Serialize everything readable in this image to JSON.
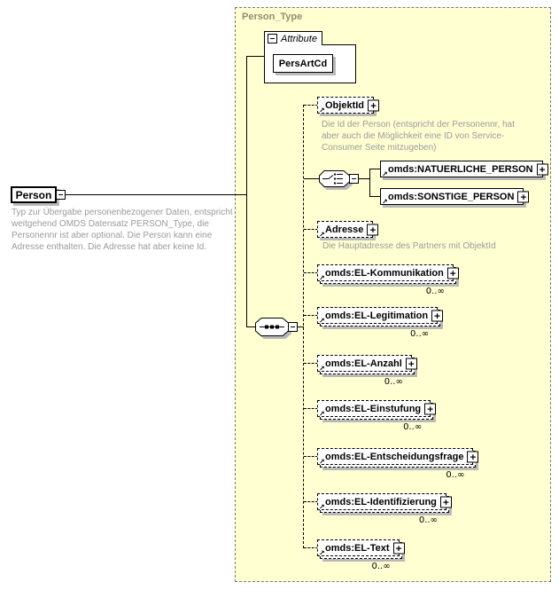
{
  "root_element": {
    "label": "Person",
    "description": "Typ zur Übergabe personenbezogener Daten, entspricht weitgehend OMDS Datensatz PERSON_Type, die Personennr ist aber optional. Die Person kann eine Adresse enthalten. Die Adresse hat aber keine Id."
  },
  "container": {
    "title": "Person_Type"
  },
  "attributes": {
    "group_label": "Attribute",
    "items": [
      {
        "name": "PersArtCd"
      }
    ]
  },
  "choice": {
    "options": [
      {
        "label": "omds:NATUERLICHE_PERSON"
      },
      {
        "label": "omds:SONSTIGE_PERSON"
      }
    ]
  },
  "sequence": {
    "items": [
      {
        "label": "ObjektId",
        "description": "Die Id der Person (entspricht der Personennr, hat aber auch die Möglichkeit eine ID von Service-Consumer Seite mitzugeben)"
      },
      {
        "label": "Adresse",
        "description": "Die Hauptadresse des Partners mit ObjektId"
      },
      {
        "label": "omds:EL-Kommunikation",
        "cardinality": "0..∞"
      },
      {
        "label": "omds:EL-Legitimation",
        "cardinality": "0..∞"
      },
      {
        "label": "omds:EL-Anzahl",
        "cardinality": "0..∞"
      },
      {
        "label": "omds:EL-Einstufung",
        "cardinality": "0..∞"
      },
      {
        "label": "omds:EL-Entscheidungsfrage",
        "cardinality": "0..∞"
      },
      {
        "label": "omds:EL-Identifizierung",
        "cardinality": "0..∞"
      },
      {
        "label": "omds:EL-Text",
        "cardinality": "0..∞"
      }
    ]
  },
  "icons": {
    "expand": "+",
    "reference": "↗"
  },
  "colors": {
    "container_bg": "#ffffd2",
    "container_title": "#8f8f6e",
    "shadow": "#b9b9b9",
    "description_text": "#9b9b9b"
  }
}
